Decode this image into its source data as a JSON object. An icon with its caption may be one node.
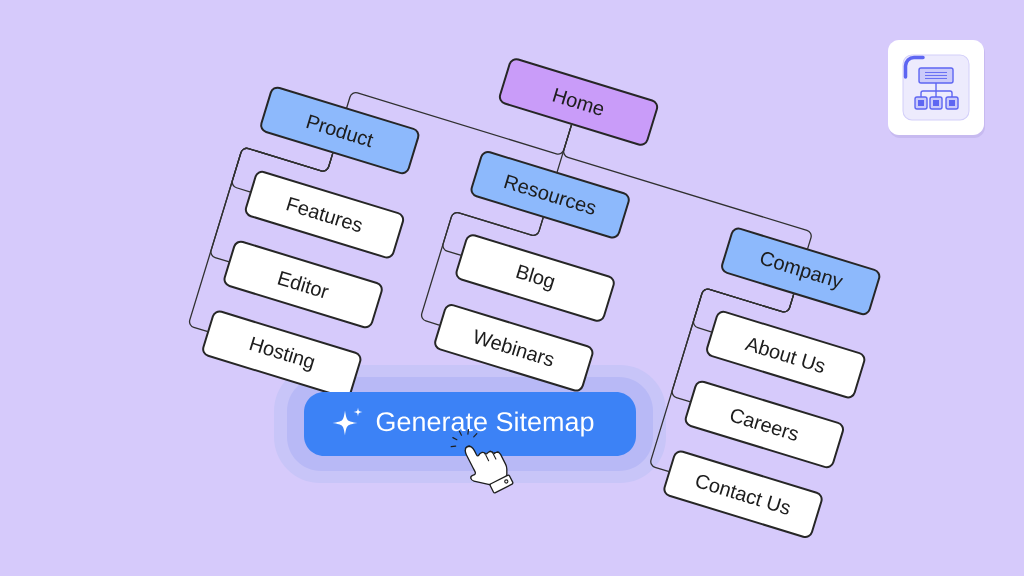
{
  "diagram": {
    "nodes": [
      {
        "text": [
          "Home"
        ]
      },
      {
        "text": [
          "Product"
        ]
      },
      {
        "text": [
          "Resources"
        ]
      },
      {
        "text": [
          "Company"
        ]
      },
      {
        "text": [
          "Features"
        ]
      },
      {
        "text": [
          "Editor"
        ]
      },
      {
        "text": [
          "Hosting"
        ]
      },
      {
        "text": [
          "Blog"
        ]
      },
      {
        "text": [
          "Webinars"
        ]
      },
      {
        "text": [
          "About Us"
        ]
      },
      {
        "text": [
          "Careers"
        ]
      },
      {
        "text": [
          "Contact Us"
        ]
      },
      {
        "text": [
          "Generate Sitemap"
        ]
      }
    ],
    "edges": [
      {
        "from": 0,
        "to": 1,
        "arrow": "none"
      },
      {
        "from": 0,
        "to": 2,
        "arrow": "none"
      },
      {
        "from": 0,
        "to": 3,
        "arrow": "none"
      },
      {
        "from": 1,
        "to": 4,
        "arrow": "none"
      },
      {
        "from": 1,
        "to": 5,
        "arrow": "none"
      },
      {
        "from": 1,
        "to": 6,
        "arrow": "none"
      },
      {
        "from": 2,
        "to": 7,
        "arrow": "none"
      },
      {
        "from": 2,
        "to": 8,
        "arrow": "none"
      },
      {
        "from": 3,
        "to": 9,
        "arrow": "none"
      },
      {
        "from": 3,
        "to": 10,
        "arrow": "none"
      },
      {
        "from": 3,
        "to": 11,
        "arrow": "none"
      }
    ]
  }
}
